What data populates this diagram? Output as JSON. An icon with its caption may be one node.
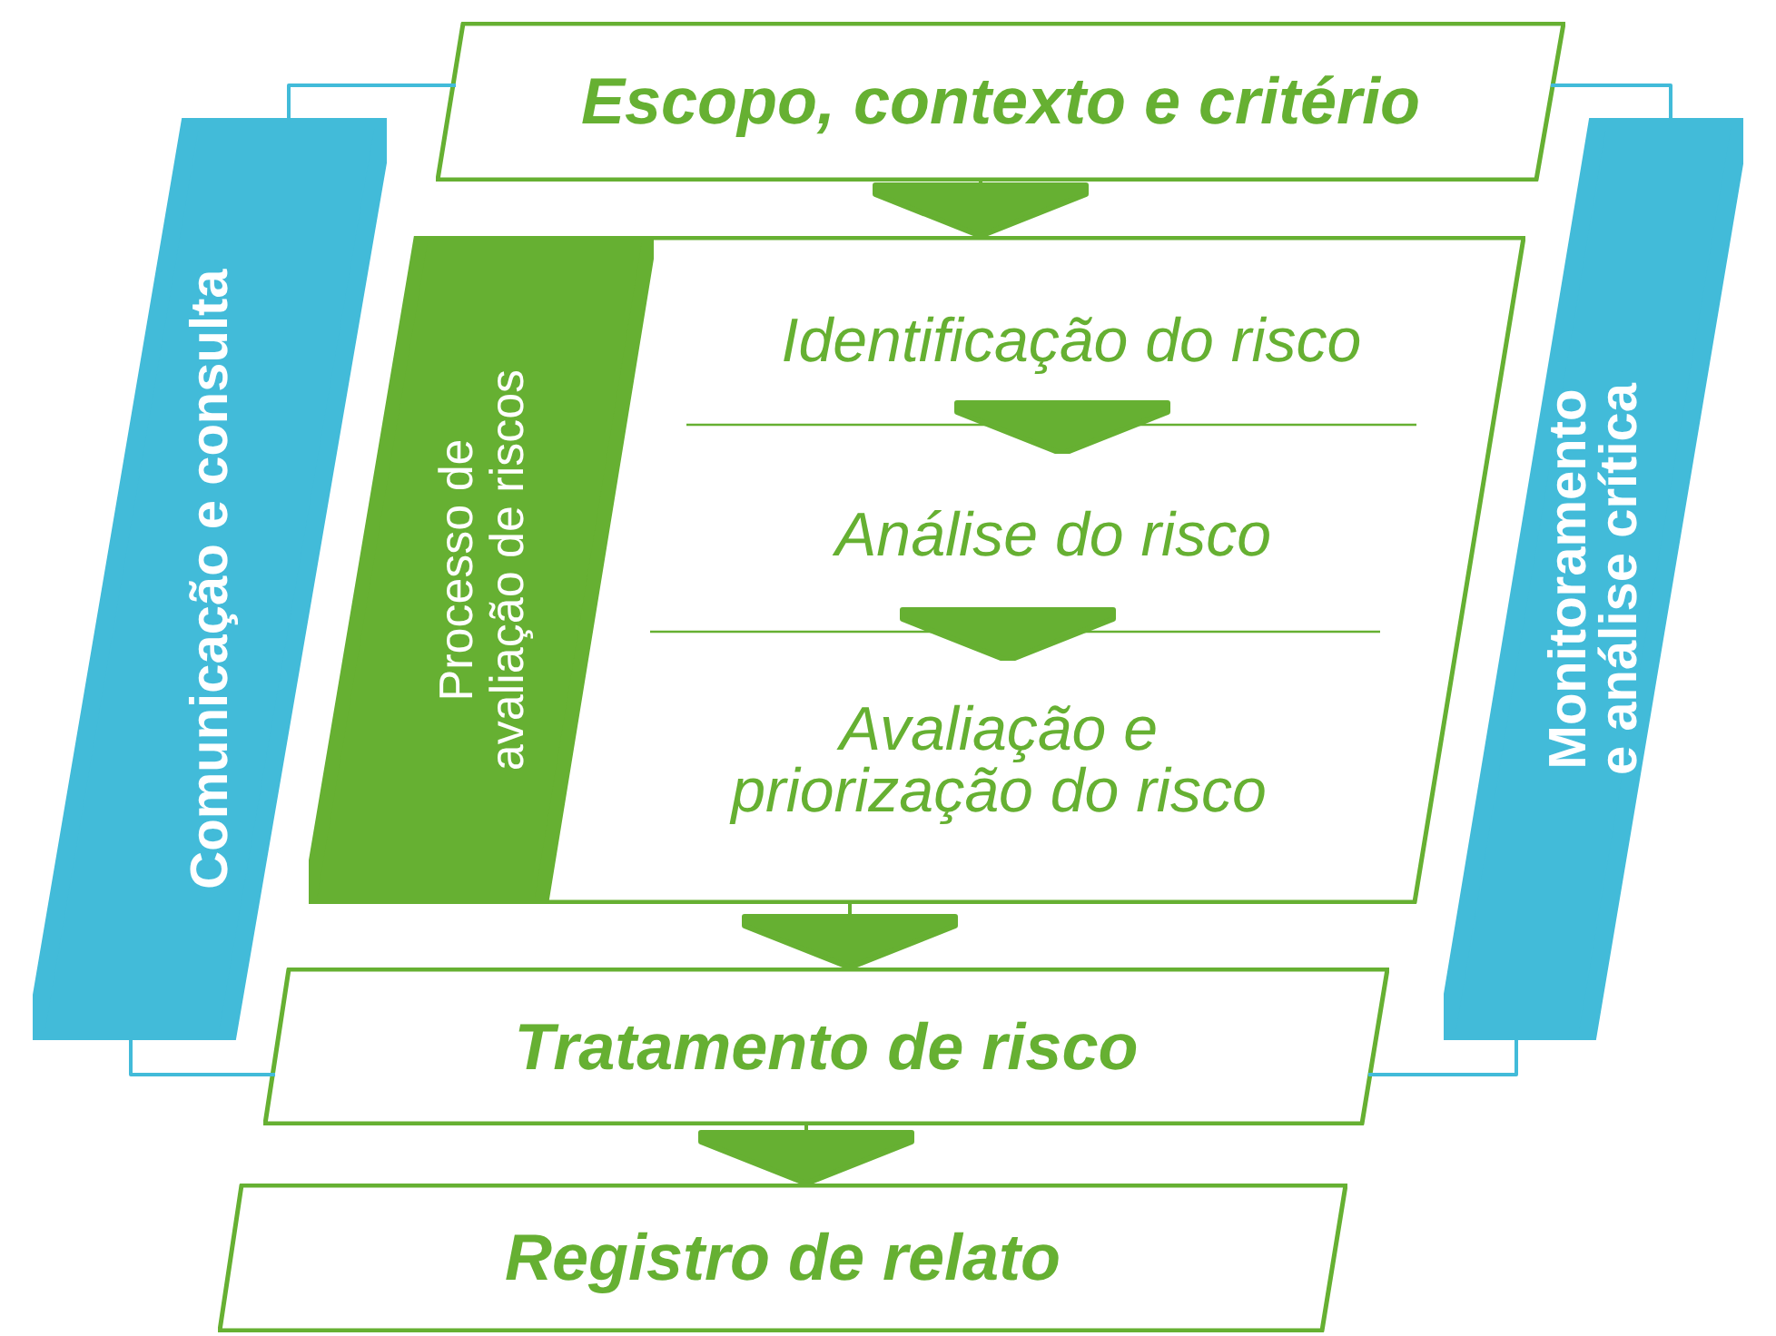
{
  "diagram": {
    "nodes": [
      {
        "text": [
          "Escopo, contexto e critério"
        ]
      },
      {
        "text": [
          "Processo de avaliação de riscos"
        ]
      },
      {
        "text": [
          "Identificação do risco"
        ],
        "in": 1
      },
      {
        "text": [
          "Análise do risco"
        ],
        "in": 1
      },
      {
        "text": [
          "Avaliação e priorização do risco"
        ],
        "in": 1
      },
      {
        "text": [
          "Tratamento de risco"
        ]
      },
      {
        "text": [
          "Registro de relato"
        ]
      },
      {
        "text": [
          "Comunicação e consulta"
        ]
      },
      {
        "text": [
          "Monitoramento e análise crítica"
        ]
      }
    ],
    "edges": [
      {
        "from": 0,
        "to": 1,
        "arrow": "to"
      },
      {
        "from": 2,
        "to": 3,
        "arrow": "to"
      },
      {
        "from": 3,
        "to": 4,
        "arrow": "to"
      },
      {
        "from": 1,
        "to": 5,
        "arrow": "to"
      },
      {
        "from": 5,
        "to": 6,
        "arrow": "to"
      },
      {
        "from": 7,
        "to": 0,
        "arrow": "none",
        "color": "#42bbd9"
      },
      {
        "from": 7,
        "to": 5,
        "arrow": "none",
        "color": "#42bbd9"
      },
      {
        "from": 8,
        "to": 0,
        "arrow": "none",
        "color": "#42bbd9"
      },
      {
        "from": 8,
        "to": 5,
        "arrow": "none",
        "color": "#42bbd9"
      }
    ]
  }
}
